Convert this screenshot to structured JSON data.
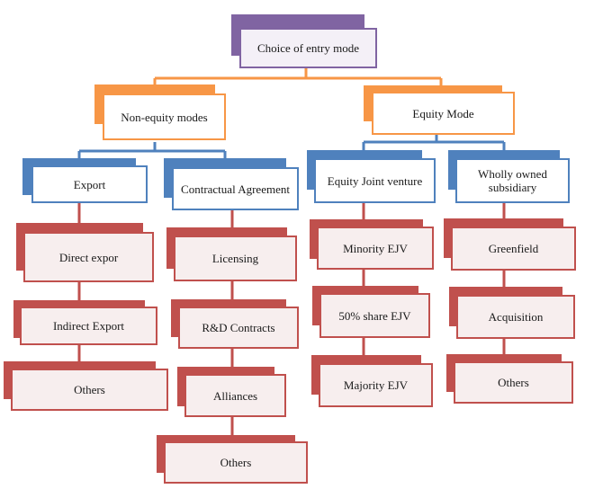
{
  "root": {
    "label": "Choice of entry mode"
  },
  "non_equity": {
    "label": "Non-equity modes"
  },
  "equity": {
    "label": "Equity Mode"
  },
  "export": {
    "label": "Export"
  },
  "contractual": {
    "label": "Contractual Agreement"
  },
  "equity_jv": {
    "label": "Equity  Joint venture"
  },
  "wholly_owned": {
    "label": "Wholly owned subsidiary"
  },
  "export_items": [
    "Direct expor",
    "Indirect Export",
    "Others"
  ],
  "contractual_items": [
    "Licensing",
    "R&D Contracts",
    "Alliances",
    "Others"
  ],
  "ejv_items": [
    "Minority EJV",
    "50% share EJV",
    "Majority EJV"
  ],
  "wholly_items": [
    "Greenfield",
    "Acquisition",
    "Others"
  ],
  "colors": {
    "root": "#8064a2",
    "level1": "#f79646",
    "level2": "#4f81bd",
    "leaf": "#c0504d"
  }
}
